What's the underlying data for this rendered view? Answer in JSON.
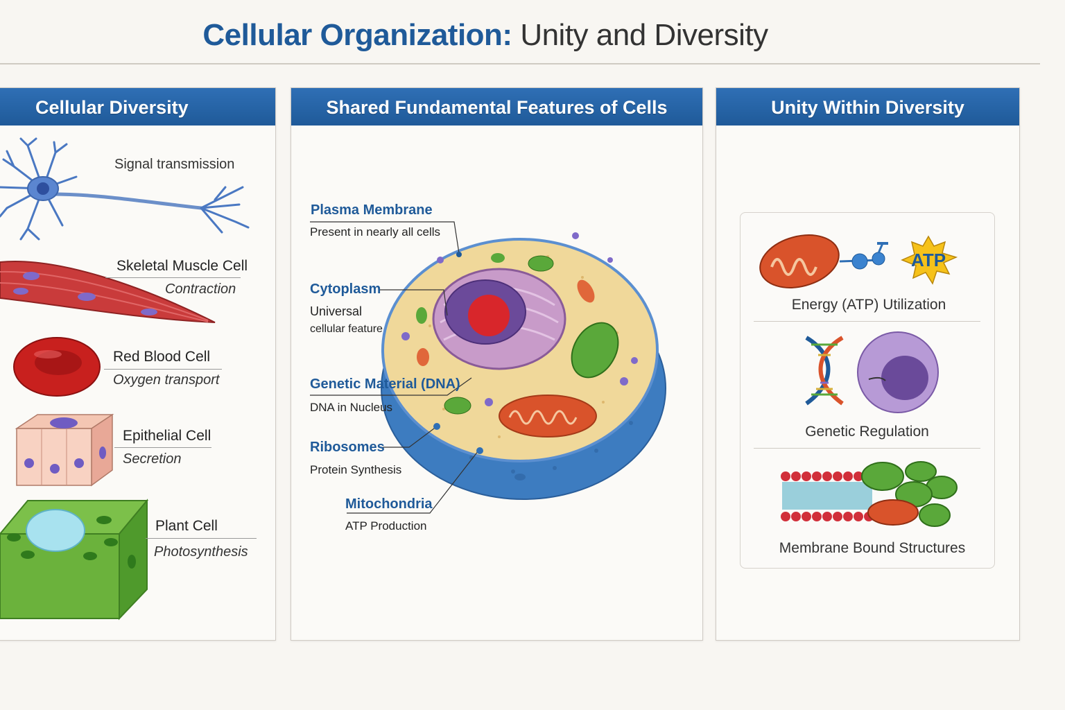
{
  "header": {
    "title_strong": "Cellular Organization:",
    "title_rest": "Unity and Diversity"
  },
  "panels": {
    "diversity": {
      "heading": "Cellular Diversity",
      "cells": [
        {
          "name": "",
          "function": "Signal transmission",
          "icon": "neuron-icon"
        },
        {
          "name": "Skeletal Muscle Cell",
          "function": "Contraction",
          "icon": "muscle-cell-icon"
        },
        {
          "name": "Red Blood Cell",
          "function": "Oxygen transport",
          "icon": "red-blood-cell-icon"
        },
        {
          "name": "Epithelial Cell",
          "function": "Secretion",
          "icon": "epithelial-cell-icon"
        },
        {
          "name": "Plant Cell",
          "function": "Photosynthesis",
          "icon": "plant-cell-icon"
        }
      ]
    },
    "shared": {
      "heading": "Shared Fundamental Features of Cells",
      "labels": [
        {
          "title": "Plasma Membrane",
          "desc": "Present in nearly all cells"
        },
        {
          "title": "Cytoplasm",
          "desc_line1": "Universal",
          "desc_line2": "cellular feature"
        },
        {
          "title": "Genetic Material (DNA)",
          "desc": "DNA in Nucleus"
        },
        {
          "title": "Ribosomes",
          "desc": "Protein Synthesis"
        },
        {
          "title": "Mitochondria",
          "desc": "ATP Production"
        }
      ]
    },
    "unity": {
      "heading": "Unity Within Diversity",
      "features": [
        {
          "label": "Energy (ATP) Utilization",
          "badge": "ATP",
          "icon": "mitochondria-atp-icon"
        },
        {
          "label": "Genetic Regulation",
          "icon": "dna-nucleus-icon"
        },
        {
          "label": "Membrane Bound Structures",
          "icon": "membrane-organelles-icon"
        }
      ]
    }
  },
  "colors": {
    "header_blue": "#1f5a99",
    "label_blue": "#1f5a99",
    "membrane_blue": "#3d7cc0",
    "cytoplasm": "#f0d89a",
    "nucleus_purple": "#9b6aa8",
    "mitochondria_orange": "#d9532b",
    "chloroplast_green": "#5aa83a"
  }
}
